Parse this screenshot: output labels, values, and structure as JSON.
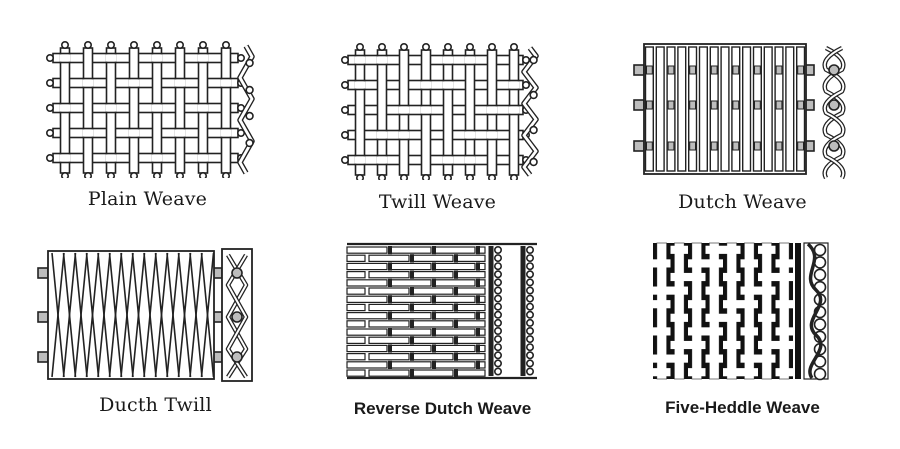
{
  "labels": {
    "plain": "Plain Weave",
    "twill": "Twill Weave",
    "dutch": "Dutch Weave",
    "dutch_twill": "Ducth Twill",
    "reverse_dutch": "Reverse Dutch Weave",
    "five_heddle": "Five-Heddle Weave"
  },
  "colors": {
    "ink": "#222222",
    "fill": "#ffffff",
    "shade": "#bdbdbd"
  }
}
